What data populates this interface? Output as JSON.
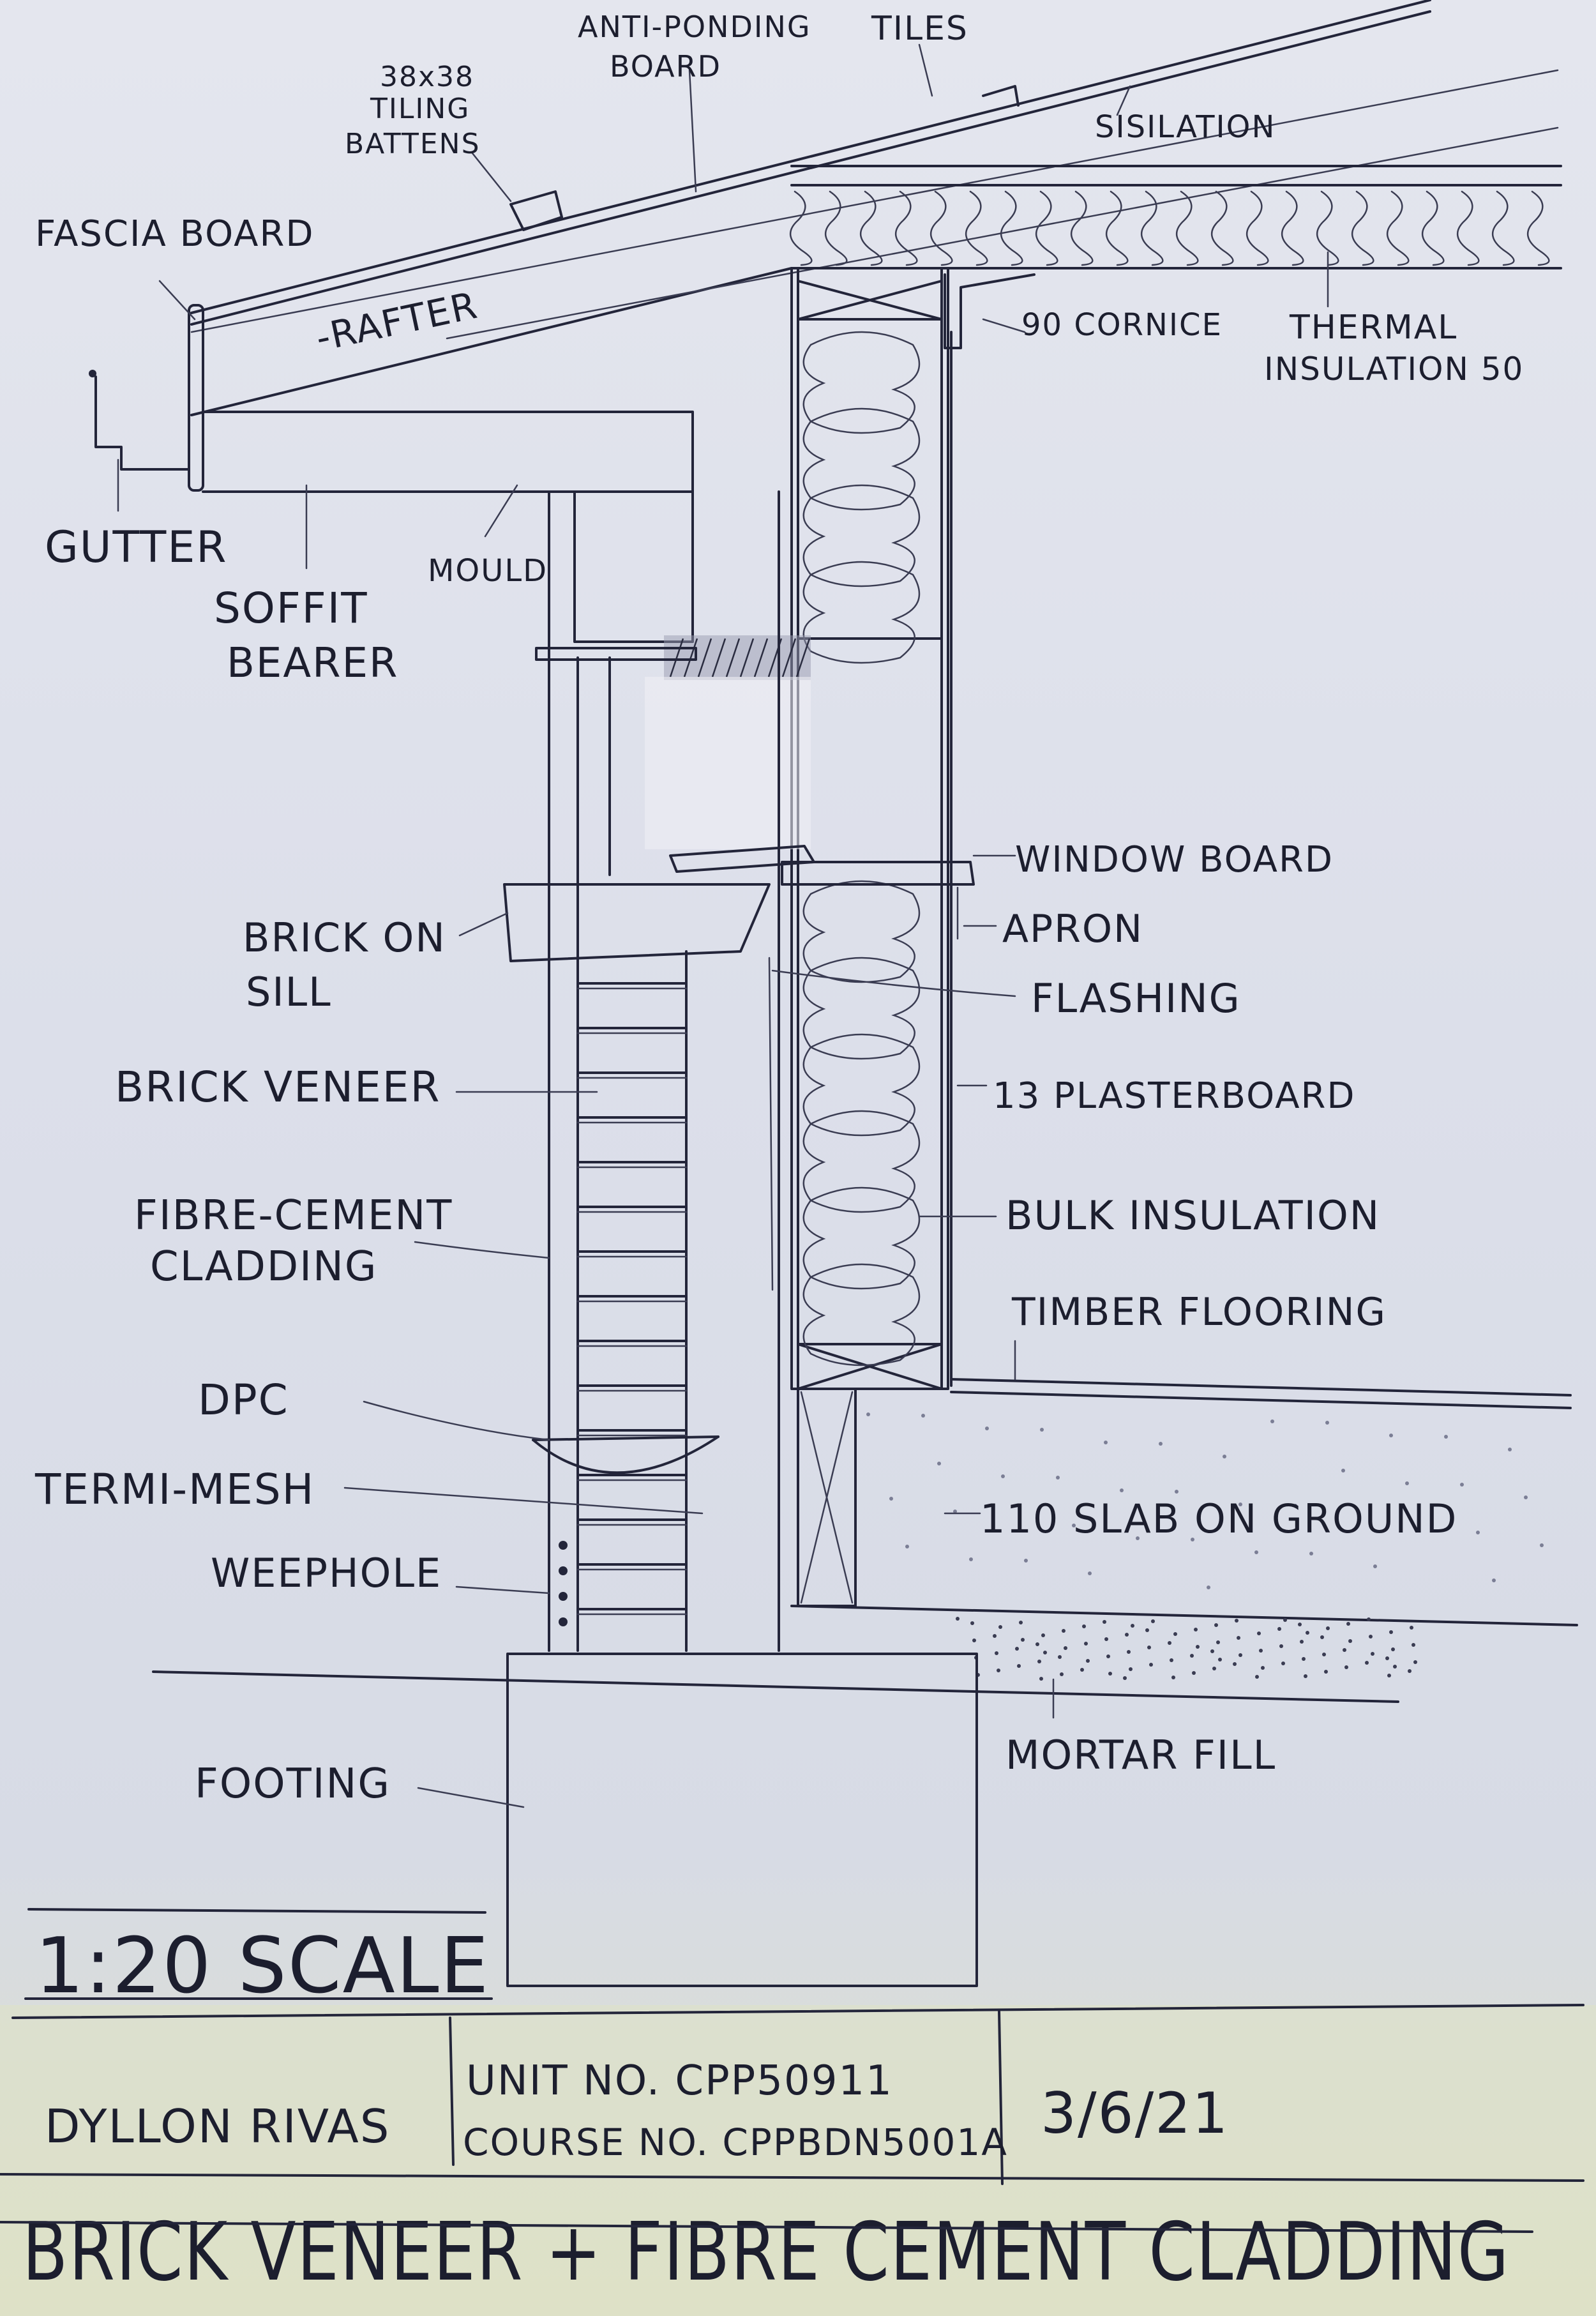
{
  "labels": {
    "anti_ponding": "ANTI-PONDING",
    "board": "BOARD",
    "tiles": "TILES",
    "battens_size": "38x38",
    "battens_tiling": "TILING",
    "battens": "BATTENS",
    "sisilation": "SISILATION",
    "fascia_board": "FASCIA BOARD",
    "rafter": "-RAFTER",
    "cornice": "90 CORNICE",
    "thermal_1": "THERMAL",
    "thermal_2": "INSULATION 50",
    "gutter": "GUTTER",
    "mould": "MOULD",
    "soffit": "SOFFIT",
    "bearer": "BEARER",
    "window_board": "WINDOW BOARD",
    "apron": "APRON",
    "brick_on": "BRICK ON",
    "sill": "SILL",
    "flashing": "FLASHING",
    "brick_veneer": "BRICK VENEER",
    "plasterboard": "13 PLASTERBOARD",
    "fibre_cement": "FIBRE-CEMENT",
    "cladding": "CLADDING",
    "bulk_insulation": "BULK INSULATION",
    "timber_flooring": "TIMBER FLOORING",
    "dpc": "DPC",
    "termi_mesh": "TERMI-MESH",
    "slab": "110 SLAB ON GROUND",
    "weephole": "WEEPHOLE",
    "mortar_fill": "MORTAR FILL",
    "footing": "FOOTING"
  },
  "scale": "1:20 SCALE",
  "title_block": {
    "author": "DYLLON RIVAS",
    "unit_no": "UNIT NO. CPP50911",
    "course_no": "COURSE NO. CPPBDN5001A",
    "date": "3/6/21"
  },
  "title": "BRICK VENEER + FIBRE CEMENT CLADDING",
  "colors": {
    "ink": "#23253a",
    "paper": "#e1e3ec",
    "title_strip": "#dfe2c4"
  }
}
